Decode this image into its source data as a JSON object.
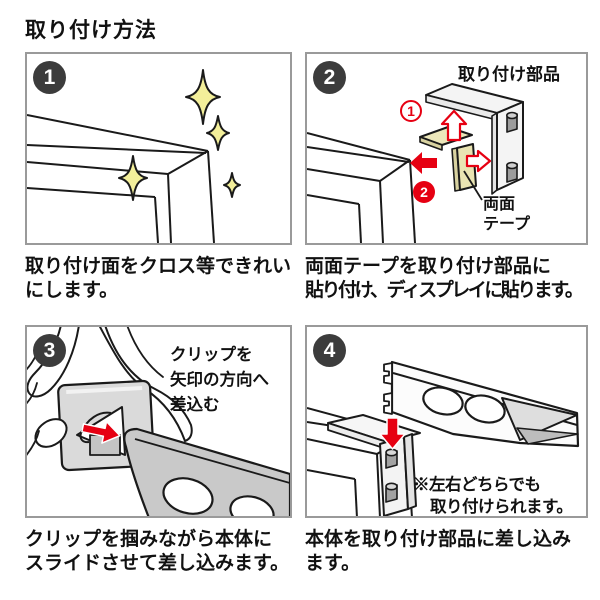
{
  "title": "取り付け方法",
  "colors": {
    "accent_red": "#e60012",
    "panel_border": "#9a9a9a",
    "badge_bg": "#3c3c3c",
    "sparkle_yellow": "#f3ef9a",
    "tape_yellow": "#ece7ba",
    "part_gray": "#c9c9c9"
  },
  "icons": {
    "sparkle": "four-point-sparkle",
    "up_arrow": "hollow-red-up-arrow",
    "right_arrow": "hollow-red-right-arrow",
    "left_arrow": "solid-red-left-arrow",
    "down_arrow": "solid-red-down-arrow",
    "slide_arrow": "solid-red-right-arrow"
  },
  "panels": {
    "p1": {
      "num": "1",
      "cap1": "取り付け面をクロス等できれい",
      "cap2": "にします。"
    },
    "p2": {
      "num": "2",
      "part_label": "取り付け部品",
      "mark1": "1",
      "mark2": "2",
      "tape1": "両面",
      "tape2": "テープ",
      "cap1": "両面テープを取り付け部品に",
      "cap2": "貼り付け、ディスプレイに貼ります。"
    },
    "p3": {
      "num": "3",
      "note1": "クリップを",
      "note2": "矢印の方向へ",
      "note3": "差込む",
      "cap1": "クリップを掴みながら本体に",
      "cap2": "スライドさせて差し込みます。"
    },
    "p4": {
      "num": "4",
      "note1": "※左右どちらでも",
      "note2": "取り付けられます。",
      "cap1": "本体を取り付け部品に差し込み",
      "cap2": "ます。"
    }
  }
}
